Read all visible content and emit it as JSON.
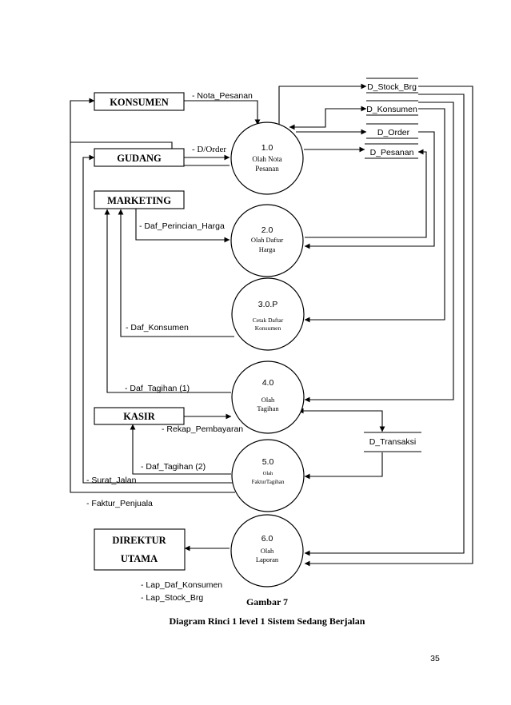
{
  "entities": {
    "konsumen": "KONSUMEN",
    "gudang": "GUDANG",
    "marketing": "MARKETING",
    "kasir": "KASIR",
    "direktur_line1": "DIREKTUR",
    "direktur_line2": "UTAMA"
  },
  "processes": [
    {
      "id": "1.0",
      "lines": [
        "Olah Nota",
        "Pesanan"
      ]
    },
    {
      "id": "2.0",
      "lines": [
        "Olah Daftar",
        "Harga"
      ]
    },
    {
      "id": "3.0.P",
      "lines": [
        "Cetak Daftar",
        "Konsumen"
      ]
    },
    {
      "id": "4.0",
      "lines": [
        "Olah",
        "Tagihan"
      ]
    },
    {
      "id": "5.0",
      "lines": [
        "Olah",
        "FakturTagihan"
      ]
    },
    {
      "id": "6.0",
      "lines": [
        "Olah",
        "Laporan"
      ]
    }
  ],
  "stores": {
    "stock_brg": "D_Stock_Brg",
    "konsumen": "D_Konsumen",
    "order": "D_Order",
    "pesanan": "D_Pesanan",
    "transaksi": "D_Transaksi"
  },
  "flows": {
    "nota_pesanan": "- Nota_Pesanan",
    "d_order": "- D/Order",
    "daf_perincian_harga": "- Daf_Perincian_Harga",
    "daf_konsumen": "- Daf_Konsumen",
    "daf_tagihan_1": "- Daf_Tagihan (1)",
    "rekap_pembayaran": "- Rekap_Pembayaran",
    "daf_tagihan_2": "- Daf_Tagihan (2)",
    "surat_jalan": "- Surat_Jalan",
    "faktur_penjuala": "- Faktur_Penjuala",
    "lap_daf_konsumen": "- Lap_Daf_Konsumen",
    "lap_stock_brg": "- Lap_Stock_Brg"
  },
  "caption": {
    "figure": "Gambar 7",
    "title": "Diagram Rinci 1 level 1 Sistem Sedang Berjalan"
  },
  "page_number": "35"
}
